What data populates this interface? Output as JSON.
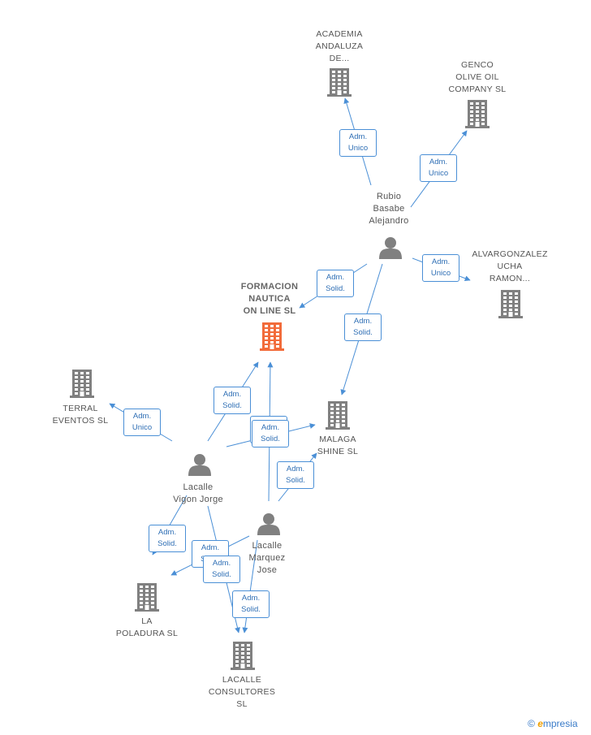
{
  "colors": {
    "edge": "#4a8fd6",
    "icon": "#808080",
    "center_icon": "#f26b3a",
    "label": "#555555"
  },
  "nodes": [
    {
      "id": "academia",
      "type": "company",
      "label": "ACADEMIA\nANDALUZA\nDE..."
    },
    {
      "id": "genco",
      "type": "company",
      "label": "GENCO\nOLIVE OIL\nCOMPANY  SL"
    },
    {
      "id": "rubio",
      "type": "person",
      "label": "Rubio\nBasabe\nAlejandro"
    },
    {
      "id": "alvargonzalez",
      "type": "company",
      "label": "ALVARGONZALEZ\nUCHA\nRAMON..."
    },
    {
      "id": "formacion",
      "type": "company-center",
      "label": "FORMACION\nNAUTICA\nON LINE  SL"
    },
    {
      "id": "terral",
      "type": "company",
      "label": "TERRAL\nEVENTOS SL"
    },
    {
      "id": "malaga",
      "type": "company",
      "label": "MALAGA\nSHINE  SL"
    },
    {
      "id": "vigon",
      "type": "person",
      "label": "Lacalle\nVigon Jorge"
    },
    {
      "id": "marquez",
      "type": "person",
      "label": "Lacalle\nMarquez\nJose"
    },
    {
      "id": "poladura",
      "type": "company",
      "label": "LA\nPOLADURA  SL"
    },
    {
      "id": "consultores",
      "type": "company",
      "label": "LACALLE\nCONSULTORES\nSL"
    }
  ],
  "edges": [
    {
      "from": "rubio",
      "to": "academia",
      "label": "Adm.\nUnico"
    },
    {
      "from": "rubio",
      "to": "genco",
      "label": "Adm.\nUnico"
    },
    {
      "from": "rubio",
      "to": "alvargonzalez",
      "label": "Adm.\nUnico"
    },
    {
      "from": "rubio",
      "to": "formacion",
      "label": "Adm.\nSolid."
    },
    {
      "from": "rubio",
      "to": "malaga",
      "label": "Adm.\nSolid."
    },
    {
      "from": "vigon",
      "to": "terral",
      "label": "Adm.\nUnico"
    },
    {
      "from": "vigon",
      "to": "formacion",
      "label": "Adm.\nSolid."
    },
    {
      "from": "vigon",
      "to": "malaga",
      "label": "Adm.\nSolid."
    },
    {
      "from": "marquez",
      "to": "formacion",
      "label": "Adm.\nSolid."
    },
    {
      "from": "marquez",
      "to": "malaga",
      "label": "Adm.\nSolid."
    },
    {
      "from": "vigon",
      "to": "poladura",
      "label": "Adm.\nSolid."
    },
    {
      "from": "marquez",
      "to": "poladura",
      "label": "Adm.\nSolid."
    },
    {
      "from": "vigon",
      "to": "consultores",
      "label": "Adm.\nSolid."
    },
    {
      "from": "marquez",
      "to": "consultores",
      "label": "Adm.\nSolid."
    }
  ],
  "brand": {
    "copyright": "©",
    "initial": "e",
    "name": "mpresia"
  }
}
